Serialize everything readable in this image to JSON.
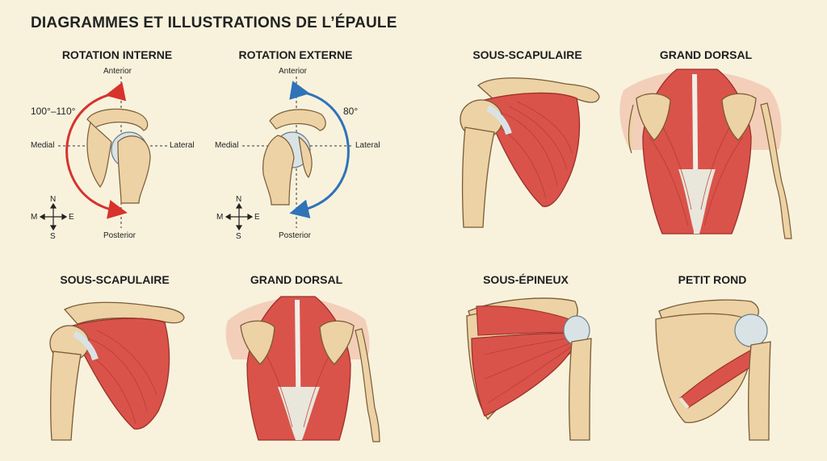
{
  "title": "DIAGRAMMES ET ILLUSTRATIONS DE L’ÉPAULE",
  "colors": {
    "background": "#f8f2dd",
    "bone": "#ecd2a4",
    "bone_outline": "#7a5a35",
    "muscle": "#d9534a",
    "muscle_dark": "#b5362f",
    "internal_arrow": "#d8322c",
    "external_arrow": "#2f73b8",
    "skin": "#f2c3ad"
  },
  "rotation_interne": {
    "title": "ROTATION INTERNE",
    "angle": "100°–110°",
    "anterior": "Anterior",
    "posterior": "Posterior",
    "medial": "Medial",
    "lateral": "Lateral",
    "compass": {
      "n": "N",
      "s": "S",
      "e": "E",
      "w": "M"
    }
  },
  "rotation_externe": {
    "title": "ROTATION EXTERNE",
    "angle": "80°",
    "anterior": "Anterior",
    "posterior": "Posterior",
    "medial": "Medial",
    "lateral": "Lateral",
    "compass": {
      "n": "N",
      "s": "S",
      "e": "E",
      "w": "M"
    }
  },
  "panels": {
    "top_right_1": "SOUS-SCAPULAIRE",
    "top_right_2": "GRAND DORSAL",
    "bottom_1": "SOUS-SCAPULAIRE",
    "bottom_2": "GRAND DORSAL",
    "bottom_3": "SOUS-ÉPINEUX",
    "bottom_4": "PETIT ROND"
  }
}
